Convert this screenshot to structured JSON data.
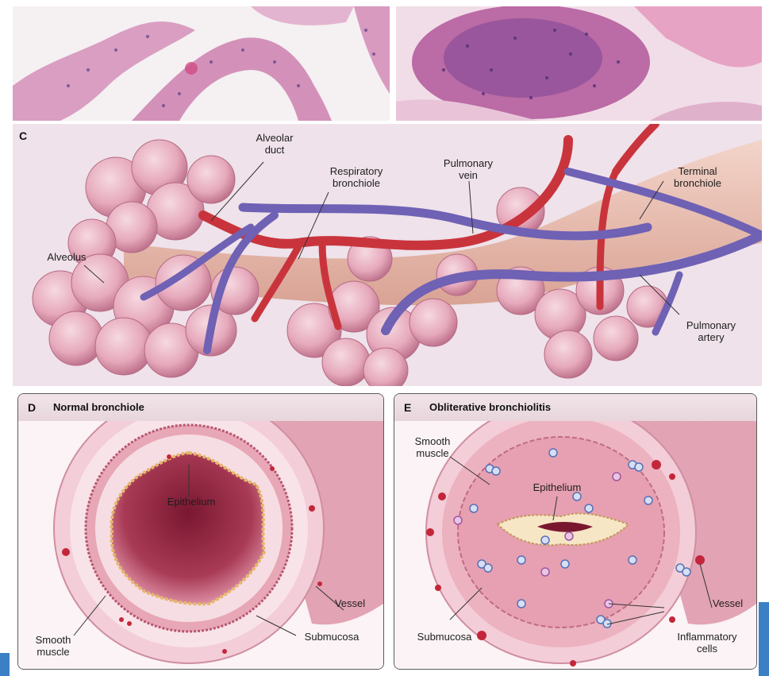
{
  "panel_c": {
    "letter": "C",
    "labels": {
      "alveolar_duct": "Alveolar\nduct",
      "respiratory_bronchiole": "Respiratory\nbronchiole",
      "pulmonary_vein": "Pulmonary\nvein",
      "terminal_bronchiole": "Terminal\nbronchiole",
      "alveolus": "Alveolus",
      "pulmonary_artery": "Pulmonary\nartery"
    }
  },
  "panel_d": {
    "letter": "D",
    "title": "Normal bronchiole",
    "labels": {
      "epithelium": "Epithelium",
      "vessel": "Vessel",
      "smooth_muscle": "Smooth\nmuscle",
      "submucosa": "Submucosa"
    }
  },
  "panel_e": {
    "letter": "E",
    "title": "Obliterative bronchiolitis",
    "labels": {
      "smooth_muscle": "Smooth\nmuscle",
      "epithelium": "Epithelium",
      "vessel": "Vessel",
      "submucosa": "Submucosa",
      "inflammatory_cells": "Inflammatory\ncells"
    }
  },
  "colors": {
    "vein": "#c9343c",
    "artery": "#6f61b4",
    "alveolus": "#e7a9bb",
    "lumen": "#9c2643",
    "accent_blue": "#3b7fc4"
  }
}
